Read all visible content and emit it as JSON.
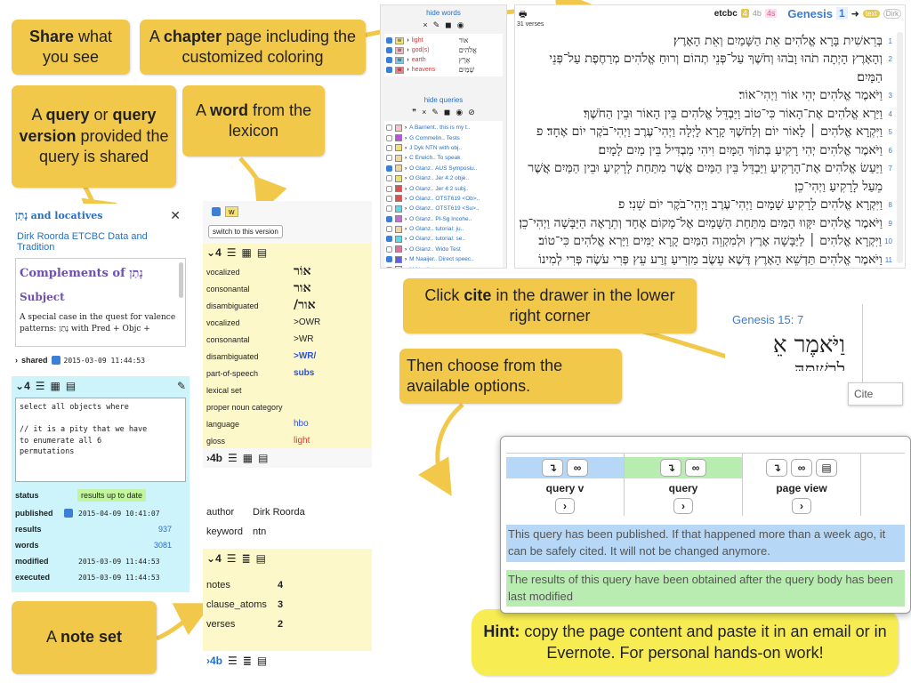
{
  "callouts": {
    "share": {
      "bold": "Share",
      "rest": " what you see"
    },
    "chapter": {
      "pre": "A ",
      "bold": "chapter",
      "rest": " page including the customized coloring"
    },
    "query": {
      "pre": "A ",
      "bold1": "query",
      "mid1": " or ",
      "bold2": "query version",
      "rest": " provided the query is shared"
    },
    "word": {
      "pre": "A ",
      "bold": "word",
      "rest": " from the lexicon"
    },
    "cite": {
      "pre": "Click ",
      "bold": "cite",
      "rest": " in the drawer in the lower right corner"
    },
    "choose": {
      "text": "Then choose from the available options."
    },
    "noteset": {
      "pre": "A ",
      "bold": "note set"
    },
    "hint": {
      "bold": "Hint:",
      "rest": " copy the page content and paste it in an email or in Evernote. For personal hands-on work!"
    }
  },
  "words_panel": {
    "hide_label": "hide words",
    "items": [
      {
        "color": "#f7e36b",
        "letter": "w",
        "label": "light",
        "heb": "אוֹר"
      },
      {
        "color": "#f5b8c0",
        "letter": "w",
        "label": "god(s)",
        "heb": "אֱלֹהִים"
      },
      {
        "color": "#7ec8e8",
        "letter": "w",
        "label": "earth",
        "heb": "אֶרֶץ"
      },
      {
        "color": "#f08080",
        "letter": "w",
        "label": "heavens",
        "heb": "שָׁמַיִם"
      }
    ]
  },
  "queries_panel": {
    "hide_label": "hide queries",
    "items": [
      {
        "color": "#f4c7c0",
        "checked": false,
        "label": "A Barrient.. this is my t.."
      },
      {
        "color": "#c050e0",
        "checked": false,
        "label": "G Commelin.. Tests"
      },
      {
        "color": "#f4e07a",
        "checked": false,
        "label": "J Dyk NTN with obj.."
      },
      {
        "color": "#f4d4a0",
        "checked": false,
        "label": "C Erwich.. To speak"
      },
      {
        "color": "#f4d4a0",
        "checked": true,
        "label": "O Glanz.. AUS Symposiu.."
      },
      {
        "color": "#e8e070",
        "checked": false,
        "label": "O Glanz.. Jer 4:2 obje.."
      },
      {
        "color": "#e05050",
        "checked": false,
        "label": "O Glanz.. Jer 4:2 subj.."
      },
      {
        "color": "#e05050",
        "checked": false,
        "label": "O Glanz.. OTST619 <Ob>.."
      },
      {
        "color": "#60d8e8",
        "checked": false,
        "label": "O Glanz.. OTST619 <Su>.."
      },
      {
        "color": "#c070d0",
        "checked": true,
        "label": "O Glanz.. Pl-Sg Incohe.."
      },
      {
        "color": "#f4d4a0",
        "checked": false,
        "label": "O Glanz.. tutorial: ju.."
      },
      {
        "color": "#60d8e8",
        "checked": true,
        "label": "O Glanz.. tutorial: se.."
      },
      {
        "color": "#e070a0",
        "checked": false,
        "label": "O Glanz.. Wido Test"
      },
      {
        "color": "#6060e0",
        "checked": true,
        "label": "M Naaijer.. Direct speec.."
      },
      {
        "color": "#e0e0e0",
        "checked": false,
        "label": "M Naaijer.. ..."
      }
    ]
  },
  "chapter": {
    "db": "etcbc",
    "version": "4",
    "version2": "4b",
    "version3": "4s",
    "book": "Genesis",
    "chapter": "1",
    "text_btn": "text",
    "dark_btn": "Dirk",
    "verse_count": "31 verses",
    "verses": [
      {
        "n": "1",
        "text": "בְּרֵאשִׁית בָּרָא אֱלֹהִים אֵת הַשָּׁמַיִם וְאֵת הָאָרֶץ׃"
      },
      {
        "n": "2",
        "text": "וְהָאָרֶץ הָיְתָה תֹהוּ וָבֹהוּ וְחֹשֶׁךְ עַל־פְּנֵי תְהוֹם וְרוּחַ אֱלֹהִים מְרַחֶפֶת עַל־פְּנֵי"
      },
      {
        "n": "",
        "text": "הַמָּיִם׃"
      },
      {
        "n": "3",
        "text": "וַיֹּאמֶר אֱלֹהִים יְהִי אוֹר וַיְהִי־אוֹר׃"
      },
      {
        "n": "4",
        "text": "וַיַּרְא אֱלֹהִים אֶת־הָאוֹר כִּי־טוֹב וַיַּבְדֵּל אֱלֹהִים בֵּין הָאוֹר וּבֵין הַחֹשֶׁךְ׃"
      },
      {
        "n": "5",
        "text": "וַיִּקְרָא אֱלֹהִים ׀ לָאוֹר יוֹם וְלַחֹשֶׁךְ קָרָא לָיְלָה וַיְהִי־עֶרֶב וַיְהִי־בֹקֶר יוֹם אֶחָד׃ פ"
      },
      {
        "n": "6",
        "text": "וַיֹּאמֶר אֱלֹהִים יְהִי רָקִיעַ בְּתוֹךְ הַמָּיִם וִיהִי מַבְדִּיל בֵּין מַיִם לָמָיִם׃"
      },
      {
        "n": "7",
        "text": "וַיַּעַשׂ אֱלֹהִים אֶת־הָרָקִיעַ וַיַּבְדֵּל בֵּין הַמַּיִם אֲשֶׁר מִתַּחַת לָרָקִיעַ וּבֵין הַמַּיִם אֲשֶׁר"
      },
      {
        "n": "",
        "text": "מֵעַל לָרָקִיעַ וַיְהִי־כֵן׃"
      },
      {
        "n": "8",
        "text": "וַיִּקְרָא אֱלֹהִים לָרָקִיעַ שָׁמָיִם וַיְהִי־עֶרֶב וַיְהִי־בֹקֶר יוֹם שֵׁנִי׃ פ"
      },
      {
        "n": "9",
        "text": "וַיֹּאמֶר אֱלֹהִים יִקָּווּ הַמַּיִם מִתַּחַת הַשָּׁמַיִם אֶל־מָקוֹם אֶחָד וְתֵרָאֶה הַיַּבָּשָׁה וַיְהִי־כֵן׃"
      },
      {
        "n": "10",
        "text": "וַיִּקְרָא אֱלֹהִים ׀ לַיַּבָּשָׁה אֶרֶץ וּלְמִקְוֵה הַמַּיִם קָרָא יַמִּים וַיַּרְא אֱלֹהִים כִּי־טוֹב׃"
      },
      {
        "n": "11",
        "text": "וַיֹּאמֶר אֱלֹהִים תַּדְשֵׁא הָאָרֶץ דֶּשֶׁא עֵשֶׂב מַזְרִיעַ זֶרַע עֵץ פְּרִי עֹשֶׂה פְּרִי לְמִינוֹ"
      }
    ]
  },
  "query_panel": {
    "title_heb": "נָתַן",
    "title_rest": "and locatives",
    "author_line": "Dirk Roorda ETCBC Data and Tradition",
    "heading_pre": "Complements of",
    "heading_heb": "נָתַן",
    "subheading": "Subject",
    "desc": "A special case in the quest for valence patterns: נָתַן with Pred + Objc +",
    "shared_label": "shared",
    "shared_date": "2015-03-09 11:44:53",
    "version": "4",
    "code_lines": [
      "select all objects where",
      "",
      "// it is a pity that we have",
      "to enumerate all 6",
      "permutations"
    ],
    "status_label": "status",
    "status_value": "results up to date",
    "rows": [
      {
        "k": "published",
        "v": "2015-04-09 10:41:07",
        "checkbox": true
      },
      {
        "k": "results",
        "v": "937"
      },
      {
        "k": "words",
        "v": "3081"
      },
      {
        "k": "modified",
        "v": "2015-03-09 11:44:53"
      },
      {
        "k": "executed",
        "v": "2015-03-09 11:44:53"
      }
    ]
  },
  "word_panel": {
    "badge": "w",
    "switch_btn": "switch to this version",
    "version": "4",
    "rows": [
      {
        "k": "vocalized",
        "v": "אוֹר",
        "style": "heb"
      },
      {
        "k": "consonantal",
        "v": "אור",
        "style": "heb"
      },
      {
        "k": "disambiguated",
        "v": "אור/",
        "style": "heb"
      },
      {
        "k": "vocalized",
        "v": ">OWR",
        "style": "plain"
      },
      {
        "k": "consonantal",
        "v": ">WR",
        "style": "plain"
      },
      {
        "k": "disambiguated",
        "v": ">WR/",
        "style": "blue"
      },
      {
        "k": "part-of-speech",
        "v": "subs",
        "style": "blue"
      },
      {
        "k": "lexical set",
        "v": "",
        "style": "plain"
      },
      {
        "k": "proper noun category",
        "v": "",
        "style": "plain"
      },
      {
        "k": "language",
        "v": "hbo",
        "style": "blue2"
      },
      {
        "k": "gloss",
        "v": "light",
        "style": "red"
      }
    ],
    "footer_version": "4b"
  },
  "note_panel": {
    "author_label": "author",
    "author_value": "Dirk Roorda",
    "keyword_label": "keyword",
    "keyword_value": "ntn",
    "version": "4",
    "rows": [
      {
        "k": "notes",
        "v": "4"
      },
      {
        "k": "clause_atoms",
        "v": "3"
      },
      {
        "k": "verses",
        "v": "2"
      }
    ],
    "footer_version": "4b"
  },
  "cite_panel": {
    "ref": "Genesis 15: 7",
    "heb1": "וַיֹּאמֶר אֵ",
    "heb2": "לְרִשְׁתָּהּ",
    "cite_btn": "Cite"
  },
  "cite_options": {
    "cols": [
      {
        "label": "query v",
        "color": "#b6d7f5"
      },
      {
        "label": "query",
        "color": "#b9ecb0"
      },
      {
        "label": "page view",
        "color": "#ffffff"
      }
    ],
    "published_msg": "This query has been published. If that happened more than a week ago, it can be safely cited. It will not be changed anymore.",
    "results_msg": "The results of this query have been obtained after the query body has been last modified"
  },
  "colors": {
    "callout": "#f2c84b",
    "hint": "#f7ed52",
    "panel_yellow": "#fdf8c9",
    "panel_blue": "#cdf3fb",
    "link_blue": "#2a6fbf"
  }
}
